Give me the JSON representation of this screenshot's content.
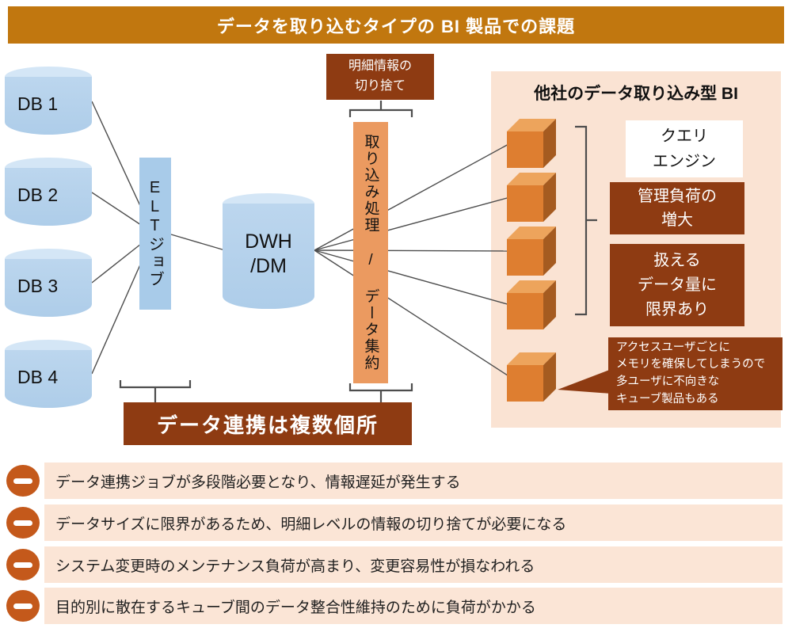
{
  "title": "データを取り込むタイプの BI 製品での課題",
  "databases": [
    "DB 1",
    "DB 2",
    "DB 3",
    "DB 4"
  ],
  "elt_job": {
    "label": "ELTジョブ"
  },
  "dwh": {
    "label": "DWH\n/DM"
  },
  "truncation_note": {
    "label": "明細情報の\n切り捨て"
  },
  "ingest_bar": {
    "label": "取り込み処理 / データ集約"
  },
  "linkage_box": {
    "label": "データ連携は複数個所"
  },
  "competitor_panel": {
    "title": "他社のデータ取り込み型 BI",
    "query_engine": "クエリ\nエンジン",
    "management_load": "管理負荷の\n増大",
    "data_limit": "扱える\nデータ量に\n限界あり",
    "cube_note": "アクセスユーザごとに\nメモリを確保してしまうので\n多ユーザに不向きな\nキューブ製品もある",
    "cube_count": 5
  },
  "issues": [
    "データ連携ジョブが多段階必要となり、情報遅延が発生する",
    "データサイズに限界があるため、明細レベルの情報の切り捨てが必要になる",
    "システム変更時のメンテナンス負荷が高まり、変更容易性が損なわれる",
    "目的別に散在するキューブ間のデータ整合性維持のために負荷がかかる"
  ],
  "colors": {
    "banner": "#C1770F",
    "dark-red": "#8E3B12",
    "panel-bg": "#FAE3D3",
    "bar-bg": "#FBE5D6",
    "blue": "#BCD6EE",
    "blue-cap": "#D4E6F6",
    "elt-blue": "#A8CBE9",
    "ingest-orange": "#EB9A60",
    "cube-front": "#DE7E30",
    "cube-top": "#EDA45C",
    "cube-side": "#A55B20",
    "minus": "#C4591B",
    "line": "#4D4D4D",
    "text-dark": "#1F1F1F"
  }
}
